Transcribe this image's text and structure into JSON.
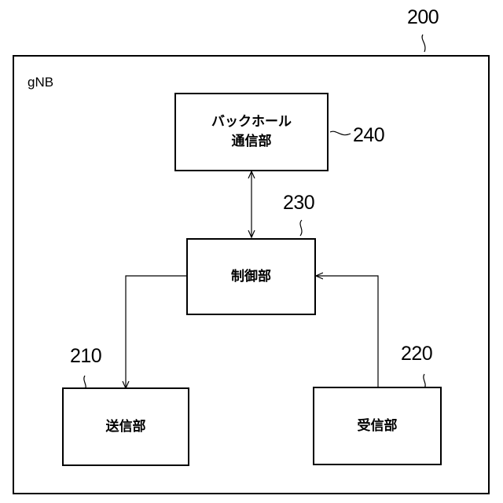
{
  "diagram": {
    "outer_ref": "200",
    "outer_label": "gNB",
    "backhaul": {
      "line1": "バックホール",
      "line2": "通信部",
      "ref": "240"
    },
    "control": {
      "label": "制御部",
      "ref": "230"
    },
    "transmit": {
      "label": "送信部",
      "ref": "210"
    },
    "receive": {
      "label": "受信部",
      "ref": "220"
    }
  }
}
